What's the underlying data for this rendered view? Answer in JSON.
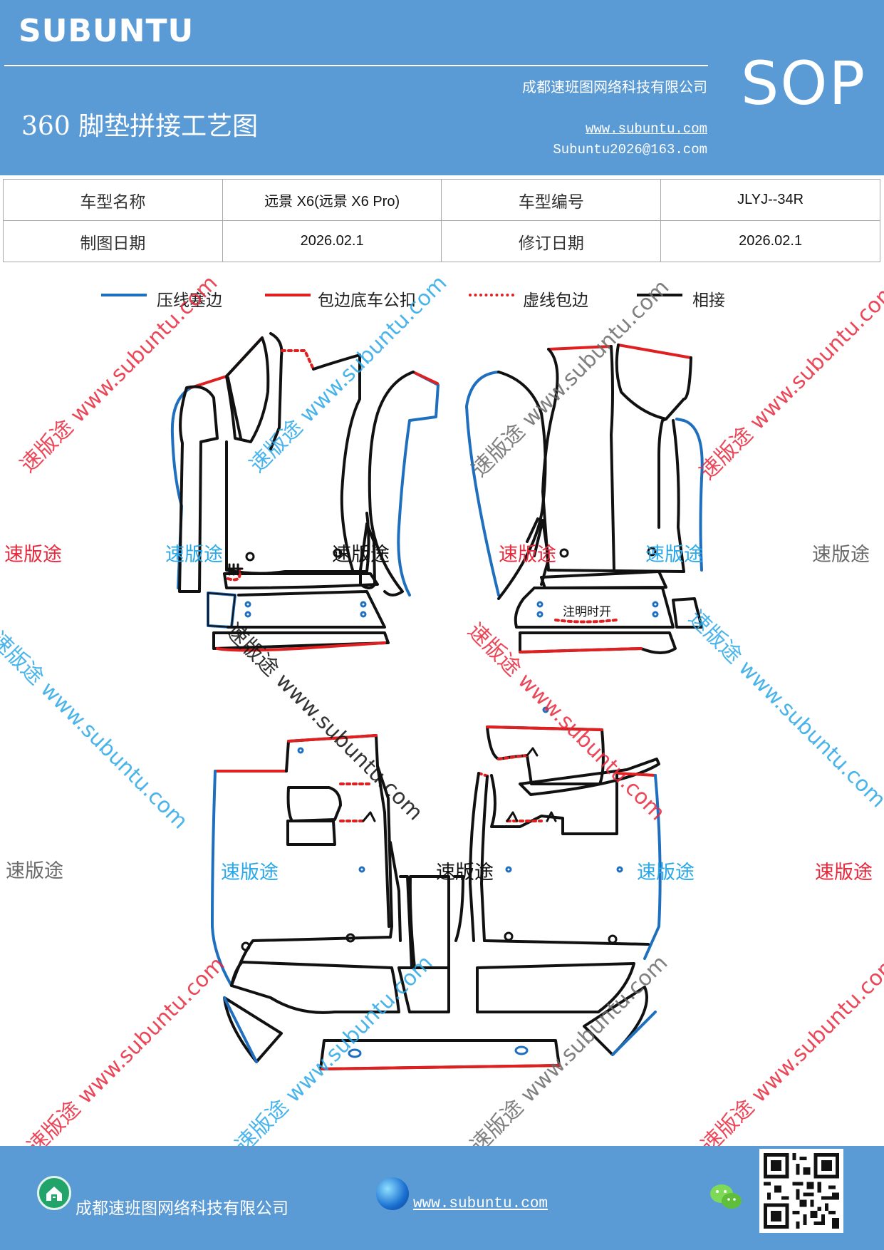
{
  "header": {
    "brand": "SUBUNTU",
    "company": "成都速班图网络科技有限公司",
    "title": "360 脚垫拼接工艺图",
    "website": "www.subuntu.com",
    "email": "Subuntu2026@163.com",
    "code": "SOP"
  },
  "info_table": {
    "model_name_label": "车型名称",
    "model_name_value": "远景 X6(远景 X6 Pro)",
    "model_code_label": "车型编号",
    "model_code_value": "JLYJ--34R",
    "draw_date_label": "制图日期",
    "draw_date_value": "2026.02.1",
    "revise_date_label": "修订日期",
    "revise_date_value": "2026.02.1"
  },
  "legend": [
    {
      "label": "压线塞边",
      "color": "#1f6fbf",
      "style": "solid"
    },
    {
      "label": "包边底车公扣",
      "color": "#e02020",
      "style": "solid"
    },
    {
      "label": "虚线包边",
      "color": "#e02020",
      "style": "dotted"
    },
    {
      "label": "相接",
      "color": "#111111",
      "style": "solid"
    }
  ],
  "drawing": {
    "note": "注明时开"
  },
  "watermarks": {
    "word": "速版途",
    "site_left": "速版途 www.subuntu.com",
    "site_right": "www.subuntu.com",
    "red": "#e8283c",
    "blue": "#2aa8e8",
    "gray": "#6a6a6a"
  },
  "footer": {
    "company": "成都速班图网络科技有限公司",
    "website": "www.subuntu.com",
    "home_icon": "home-icon",
    "globe_icon": "globe-icon",
    "wechat_icon": "wechat-icon",
    "qr_icon": "qr-code"
  }
}
